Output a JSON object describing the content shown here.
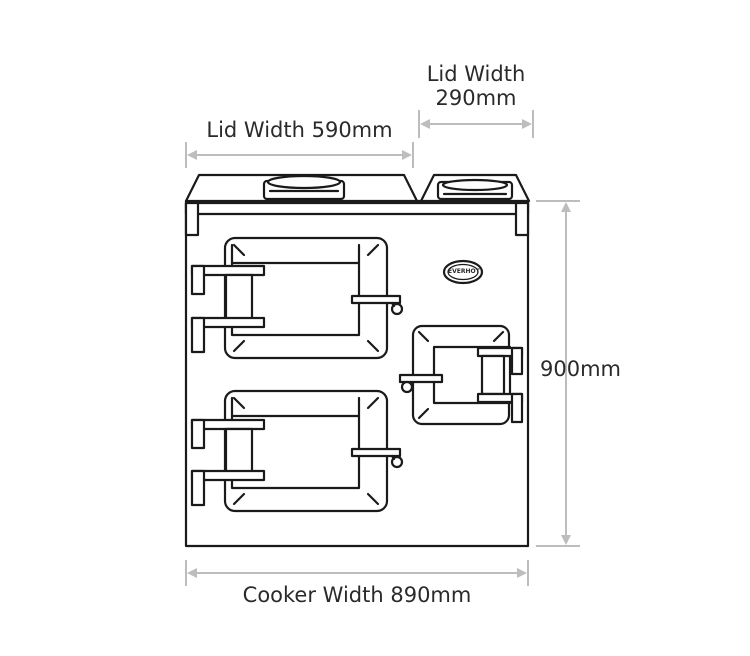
{
  "labels": {
    "lid_width_large": "Lid Width 590mm",
    "lid_width_small_line1": "Lid Width",
    "lid_width_small_line2": "290mm",
    "height": "900mm",
    "cooker_width": "Cooker Width 890mm"
  },
  "logo_text": "EVERHOT",
  "colors": {
    "outline": "#1a1a1a",
    "dimension_line": "#bdbdbd",
    "text": "#2a2a2a",
    "background": "#ffffff"
  }
}
